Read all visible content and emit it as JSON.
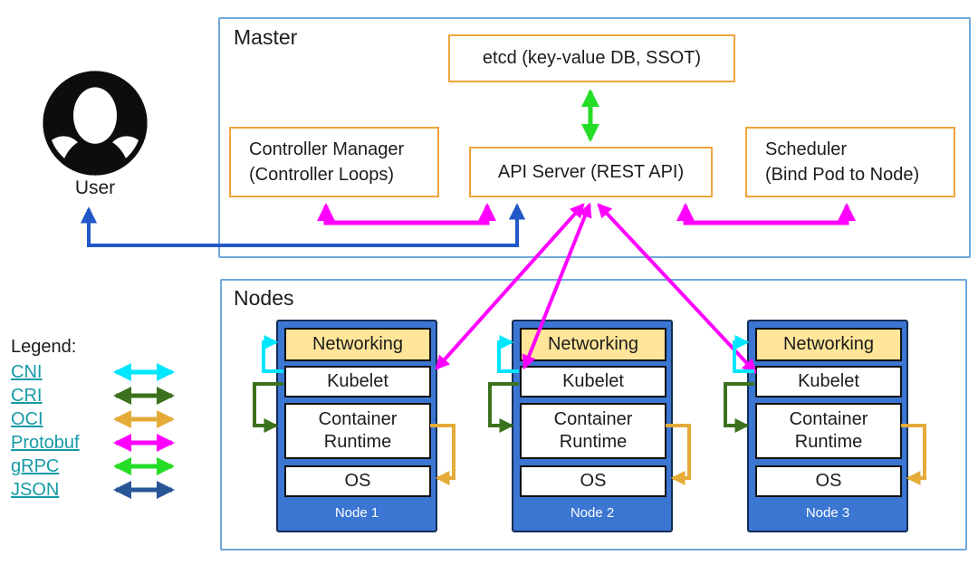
{
  "colors": {
    "frame_border": "#6fa8dc",
    "box_border": "#f0a43c",
    "node_fill": "#3a76d2",
    "node_border": "#132e55",
    "networking_fill": "#ffe599",
    "link": "#179aa6",
    "cni": "#00e6ff",
    "cri": "#3c721d",
    "oci": "#e5ab38",
    "protobuf": "#ff00ff",
    "grpc": "#26dd26",
    "json": "#2a5597",
    "json_line": "#2158c8",
    "icon": "#0d0d0d"
  },
  "user": {
    "label": "User"
  },
  "master": {
    "title": "Master",
    "etcd": "etcd (key-value DB, SSOT)",
    "controller_manager_line1": "Controller Manager",
    "controller_manager_line2": "(Controller Loops)",
    "api_server": "API Server (REST API)",
    "scheduler_line1": "Scheduler",
    "scheduler_line2": "(Bind Pod to Node)"
  },
  "nodes_section": {
    "title": "Nodes",
    "nodes": [
      {
        "networking": "Networking",
        "kubelet": "Kubelet",
        "runtime": "Container Runtime",
        "os": "OS",
        "name": "Node 1"
      },
      {
        "networking": "Networking",
        "kubelet": "Kubelet",
        "runtime": "Container Runtime",
        "os": "OS",
        "name": "Node 2"
      },
      {
        "networking": "Networking",
        "kubelet": "Kubelet",
        "runtime": "Container Runtime",
        "os": "OS",
        "name": "Node 3"
      }
    ]
  },
  "legend": {
    "title": "Legend:",
    "items": [
      {
        "label": "CNI"
      },
      {
        "label": "CRI"
      },
      {
        "label": "OCI"
      },
      {
        "label": "Protobuf"
      },
      {
        "label": "gRPC"
      },
      {
        "label": "JSON"
      }
    ]
  }
}
